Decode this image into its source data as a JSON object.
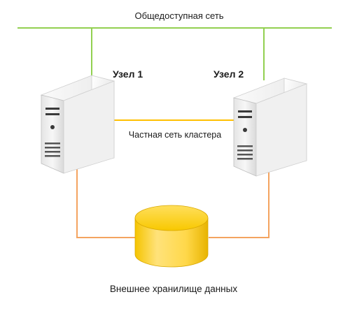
{
  "networks": {
    "public": {
      "label": "Общедоступная сеть",
      "color": "#92d050"
    },
    "private": {
      "label": "Частная сеть кластера",
      "color": "#ffc000"
    }
  },
  "nodes": [
    {
      "label": "Узел 1"
    },
    {
      "label": "Узел 2"
    }
  ],
  "storage": {
    "label": "Внешнее хранилище данных",
    "color": "#ffd24a"
  },
  "storage_link_color": "#f4a460",
  "icons": [
    "server-icon",
    "server-icon",
    "database-icon"
  ]
}
